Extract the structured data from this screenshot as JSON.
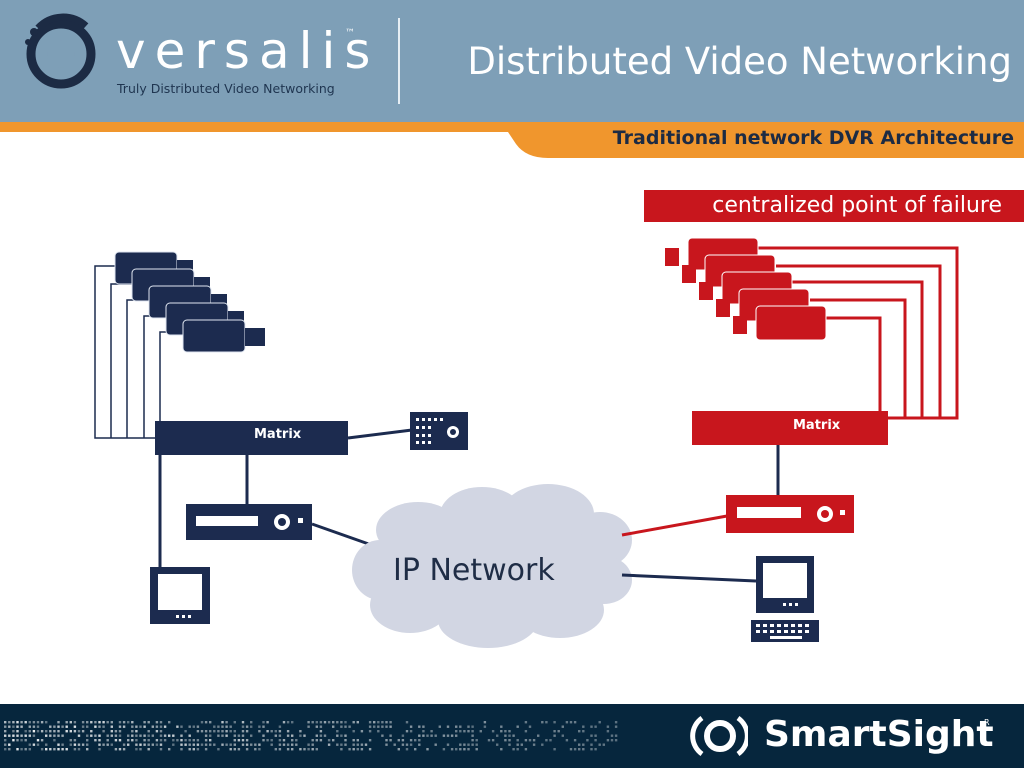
{
  "header": {
    "brand_name": "versalis",
    "brand_tm": "™",
    "brand_tagline": "Truly Distributed Video Networking",
    "slide_title": "Distributed Video Networking"
  },
  "subtitle": "Traditional network DVR Architecture",
  "callout": "centralized point of failure",
  "diagram": {
    "left_matrix_label": "Matrix",
    "right_matrix_label": "Matrix",
    "cloud_label": "IP Network"
  },
  "footer": {
    "logo_name": "SmartSight",
    "logo_reg": "R"
  },
  "colors": {
    "header_bg": "#7e9fb7",
    "accent_orange": "#f0962d",
    "navy": "#1c2b4f",
    "failure_red": "#c8161d",
    "footer_bg": "#06263d"
  }
}
